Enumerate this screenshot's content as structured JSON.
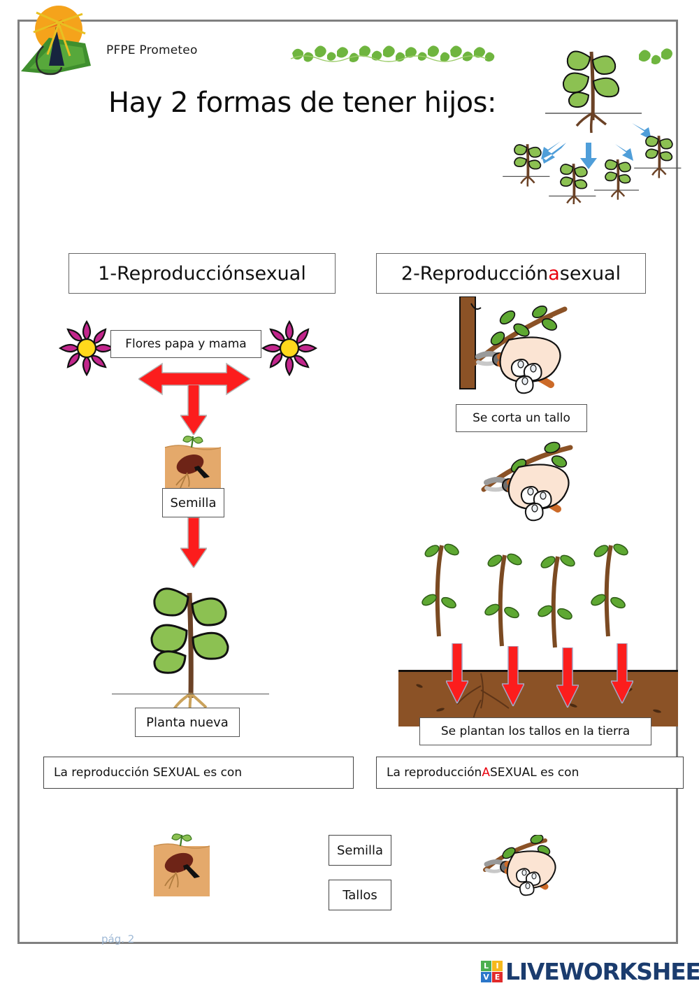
{
  "header": {
    "org_name": "PFPE Prometeo",
    "title": "Hay 2 formas de tener hijos:",
    "logo_alt": "prometeo-windmill-logo"
  },
  "sections": [
    {
      "id": "sexual",
      "heading_prefix": "1-Reproducción ",
      "heading_highlight": "",
      "heading_suffix": "sexual",
      "steps": [
        {
          "label": "Flores papa y mama",
          "art": "two-magenta-flowers"
        },
        {
          "label": "Semilla",
          "art": "seed-in-soil"
        },
        {
          "label": "Planta nueva",
          "art": "mature-plant"
        }
      ],
      "answer_prompt": "La reproducción SEXUAL es con",
      "answer_value": ""
    },
    {
      "id": "asexual",
      "heading_prefix": "2-Reproducción ",
      "heading_highlight": "a",
      "heading_suffix": "sexual",
      "steps": [
        {
          "label": "Se corta un tallo",
          "art": "hand-pruning-shears-branch"
        },
        {
          "label": "",
          "art": "hand-pruning-shears-cutting"
        },
        {
          "label": "Se plantan los tallos en la tierra",
          "art": "four-cuttings-into-soil"
        }
      ],
      "answer_prompt_prefix": "La reproducción ",
      "answer_prompt_highlight": "A",
      "answer_prompt_suffix": "SEXUAL es con",
      "answer_value": ""
    }
  ],
  "answer_bank": {
    "chips": [
      "Semilla",
      "Tallos"
    ],
    "left_art": "seed-in-soil",
    "right_art": "hand-pruning-shears-cutting"
  },
  "footer": {
    "page_label": "pág. 2",
    "brand_letters": [
      "L",
      "I",
      "V",
      "E"
    ],
    "brand_wordmark": "LIVEWORKSHEETS"
  },
  "colors": {
    "accent_red": "#e8000d",
    "arrow_red": "#fc1d1d",
    "flower_magenta": "#c2268c",
    "flower_center": "#ffd91c",
    "leaf_green": "#8cc152",
    "soil_brown": "#8b5226",
    "sand_brown": "#e4a96b",
    "page_border": "#808080",
    "brand_blue": "#1b3c6e",
    "page_num_blue": "#9fb9d6"
  }
}
